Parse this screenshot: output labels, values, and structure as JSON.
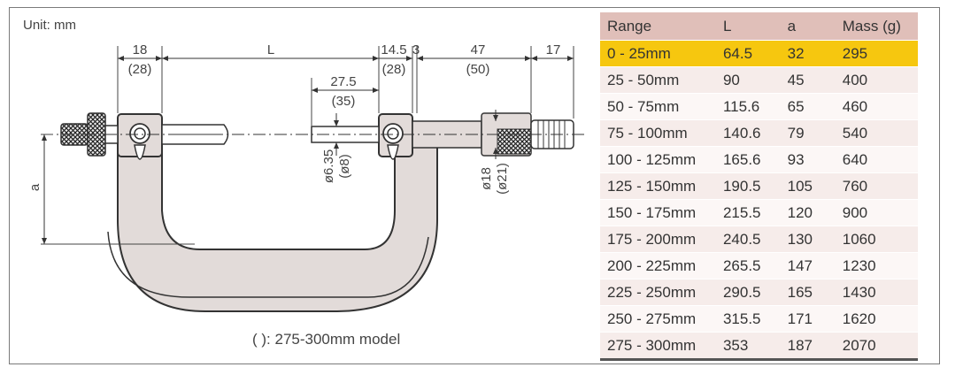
{
  "unit_label": "Unit: mm",
  "footnote": "( ): 275-300mm model",
  "dimensions": {
    "d18": "18",
    "d18_alt": "(28)",
    "dL": "L",
    "d14_5": "14.5",
    "d14_5_alt": "(28)",
    "d3": "3",
    "d47": "47",
    "d47_alt": "(50)",
    "d17": "17",
    "d27_5": "27.5",
    "d27_5_alt": "(35)",
    "dia_spindle": "ø6.35",
    "dia_spindle_alt": "(ø8)",
    "dia_sleeve": "ø18",
    "dia_sleeve_alt": "(ø21)",
    "da": "a"
  },
  "colors": {
    "frame_fill": "#e2dbd9",
    "header": "#e0bfb9",
    "row_odd": "#f6ecea",
    "row_even": "#fcf7f6",
    "highlight": "#f6c70f"
  },
  "table": {
    "headers": [
      "Range",
      "L",
      "a",
      "Mass (g)"
    ],
    "rows": [
      [
        "0 - 25mm",
        "64.5",
        "32",
        "295"
      ],
      [
        "25 - 50mm",
        "90",
        "45",
        "400"
      ],
      [
        "50 - 75mm",
        "115.6",
        "65",
        "460"
      ],
      [
        "75 - 100mm",
        "140.6",
        "79",
        "540"
      ],
      [
        "100 - 125mm",
        "165.6",
        "93",
        "640"
      ],
      [
        "125 - 150mm",
        "190.5",
        "105",
        "760"
      ],
      [
        "150 - 175mm",
        "215.5",
        "120",
        "900"
      ],
      [
        "175 - 200mm",
        "240.5",
        "130",
        "1060"
      ],
      [
        "200 - 225mm",
        "265.5",
        "147",
        "1230"
      ],
      [
        "225 - 250mm",
        "290.5",
        "165",
        "1430"
      ],
      [
        "250 - 275mm",
        "315.5",
        "171",
        "1620"
      ],
      [
        "275 - 300mm",
        "353",
        "187",
        "2070"
      ]
    ],
    "highlighted_row": 0
  }
}
